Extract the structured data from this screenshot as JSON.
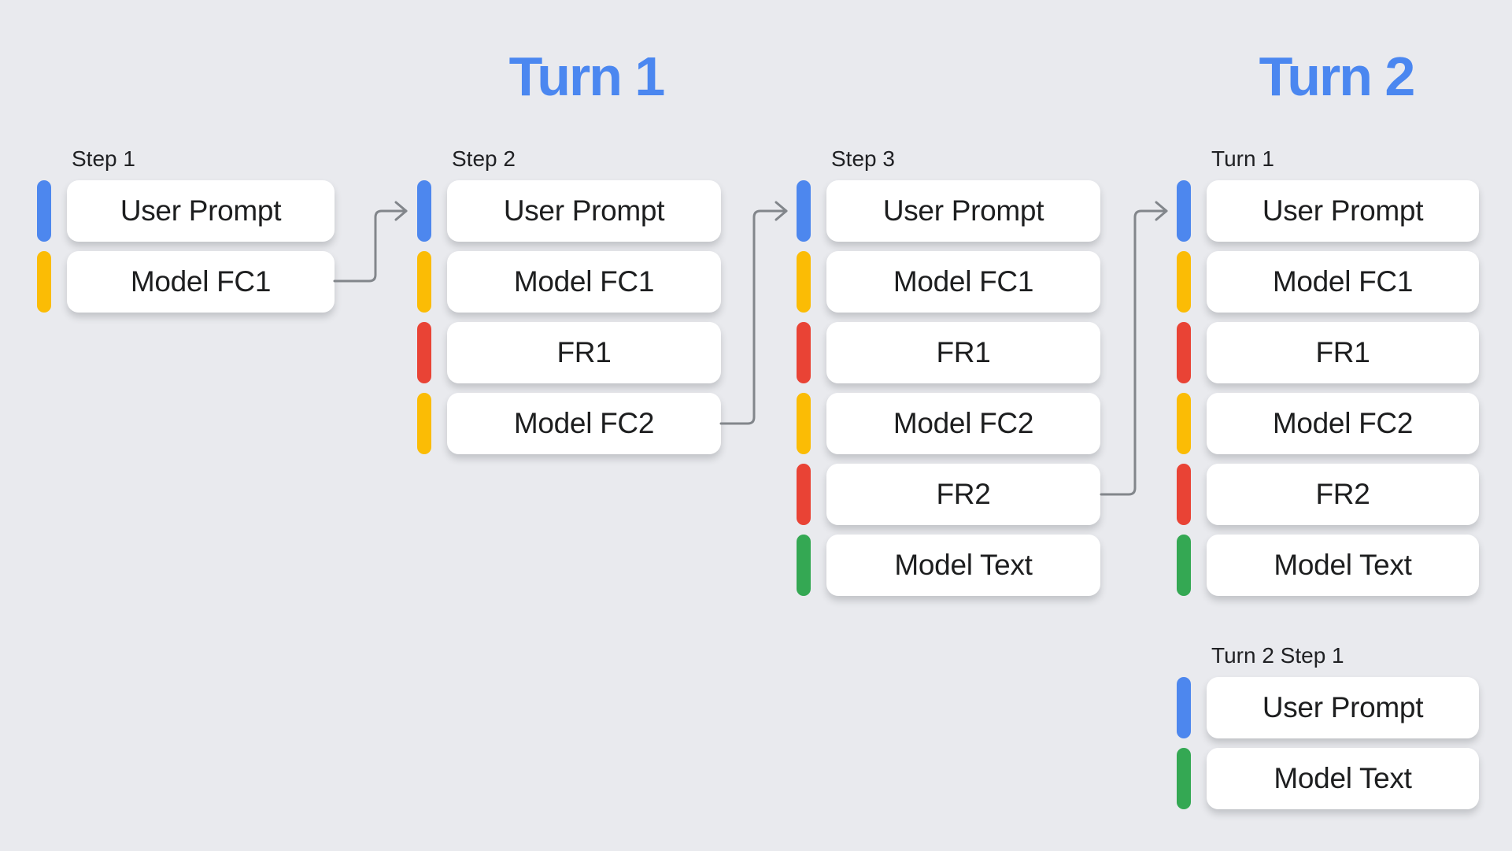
{
  "palette": {
    "background": "#E9EAEE",
    "card_background": "#FFFFFF",
    "card_text": "#1D1E1F",
    "label_text": "#202124",
    "title_blue": "#4B87F0",
    "arrow_gray": "#82868B",
    "blue": "#4D87EE",
    "yellow": "#FBBC05",
    "red": "#E94335",
    "green": "#34A853"
  },
  "titles": {
    "turn1": "Turn 1",
    "turn2": "Turn 2"
  },
  "groups": [
    {
      "id": "step1",
      "label": "Step 1",
      "rows": [
        {
          "label": "User Prompt",
          "color": "blue"
        },
        {
          "label": "Model FC1",
          "color": "yellow"
        }
      ]
    },
    {
      "id": "step2",
      "label": "Step 2",
      "rows": [
        {
          "label": "User Prompt",
          "color": "blue"
        },
        {
          "label": "Model FC1",
          "color": "yellow"
        },
        {
          "label": "FR1",
          "color": "red"
        },
        {
          "label": "Model FC2",
          "color": "yellow"
        }
      ]
    },
    {
      "id": "step3",
      "label": "Step 3",
      "rows": [
        {
          "label": "User Prompt",
          "color": "blue"
        },
        {
          "label": "Model FC1",
          "color": "yellow"
        },
        {
          "label": "FR1",
          "color": "red"
        },
        {
          "label": "Model FC2",
          "color": "yellow"
        },
        {
          "label": "FR2",
          "color": "red"
        },
        {
          "label": "Model Text",
          "color": "green"
        }
      ]
    },
    {
      "id": "turn1-history",
      "label": "Turn 1",
      "rows": [
        {
          "label": "User Prompt",
          "color": "blue"
        },
        {
          "label": "Model FC1",
          "color": "yellow"
        },
        {
          "label": "FR1",
          "color": "red"
        },
        {
          "label": "Model FC2",
          "color": "yellow"
        },
        {
          "label": "FR2",
          "color": "red"
        },
        {
          "label": "Model Text",
          "color": "green"
        }
      ]
    },
    {
      "id": "turn2-step1",
      "label": "Turn 2 Step 1",
      "rows": [
        {
          "label": "User Prompt",
          "color": "blue"
        },
        {
          "label": "Model Text",
          "color": "green"
        }
      ]
    }
  ],
  "arrows": [
    {
      "from": "step1 Model FC1",
      "to": "step2 User Prompt"
    },
    {
      "from": "step2 Model FC2",
      "to": "step3 User Prompt"
    },
    {
      "from": "step3 FR2",
      "to": "turn1-history User Prompt"
    }
  ]
}
